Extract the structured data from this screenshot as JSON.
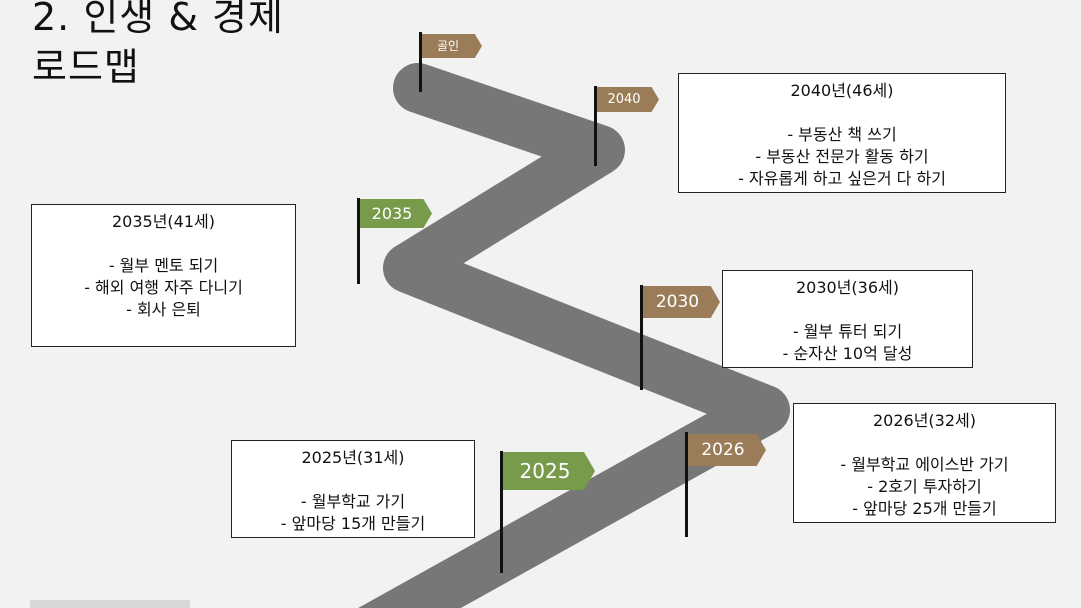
{
  "title_line1": "2. 인생 & 경제",
  "title_line2": "로드맵",
  "flags": {
    "goal": "골인",
    "y2040": "2040",
    "y2035": "2035",
    "y2030": "2030",
    "y2026": "2026",
    "y2025": "2025"
  },
  "boxes": {
    "b2040": {
      "year": "2040년(46세)",
      "items": [
        "- 부동산 책 쓰기",
        "- 부동산 전문가 활동 하기",
        "- 자유롭게 하고 싶은거 다 하기"
      ]
    },
    "b2035": {
      "year": "2035년(41세)",
      "items": [
        "- 월부 멘토 되기",
        "- 해외 여행 자주 다니기",
        "- 회사 은퇴"
      ]
    },
    "b2030": {
      "year": "2030년(36세)",
      "items": [
        "- 월부 튜터 되기",
        "- 순자산 10억 달성"
      ]
    },
    "b2026": {
      "year": "2026년(32세)",
      "items": [
        "- 월부학교 에이스반 가기",
        "- 2호기 투자하기",
        "- 앞마당 25개 만들기"
      ]
    },
    "b2025": {
      "year": "2025년(31세)",
      "items": [
        "- 월부학교 가기",
        "- 앞마당 15개 만들기"
      ]
    }
  },
  "colors": {
    "road": "#777777",
    "brown_flag": "#9a7d58",
    "green_flag": "#779a4b"
  }
}
